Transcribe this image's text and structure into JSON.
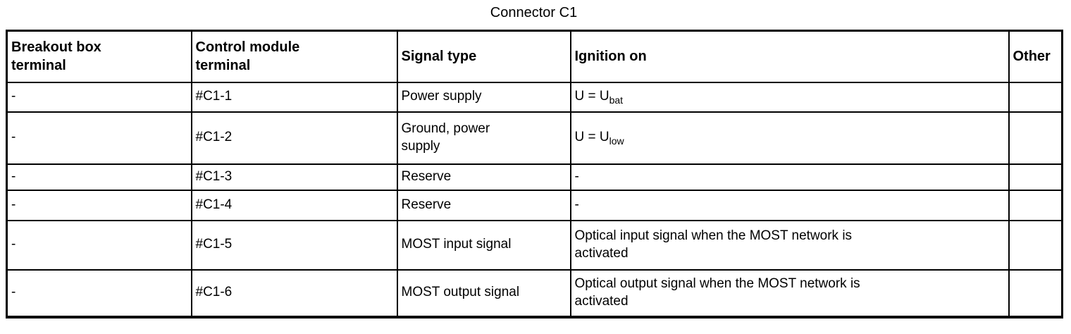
{
  "title": "Connector C1",
  "table": {
    "headers": [
      "Breakout box\nterminal",
      "Control module\nterminal",
      "Signal type",
      "Ignition on",
      "Other"
    ],
    "rows": [
      {
        "breakout_box_terminal": "-",
        "control_module_terminal": "#C1-1",
        "signal_type": "Power supply",
        "ignition_on": "U = U",
        "ignition_on_sub": "bat",
        "other": ""
      },
      {
        "breakout_box_terminal": "-",
        "control_module_terminal": "#C1-2",
        "signal_type": "Ground, power\nsupply",
        "ignition_on": "U = U",
        "ignition_on_sub": "low",
        "other": ""
      },
      {
        "breakout_box_terminal": "-",
        "control_module_terminal": "#C1-3",
        "signal_type": "Reserve",
        "ignition_on": "-",
        "ignition_on_sub": "",
        "other": ""
      },
      {
        "breakout_box_terminal": "-",
        "control_module_terminal": "#C1-4",
        "signal_type": "Reserve",
        "ignition_on": "-",
        "ignition_on_sub": "",
        "other": ""
      },
      {
        "breakout_box_terminal": "-",
        "control_module_terminal": "#C1-5",
        "signal_type": "MOST input signal",
        "ignition_on": "Optical input signal when the MOST network is\nactivated",
        "ignition_on_sub": "",
        "other": ""
      },
      {
        "breakout_box_terminal": "-",
        "control_module_terminal": "#C1-6",
        "signal_type": "MOST output signal",
        "ignition_on": "Optical output signal when the MOST network is\nactivated",
        "ignition_on_sub": "",
        "other": ""
      }
    ]
  }
}
